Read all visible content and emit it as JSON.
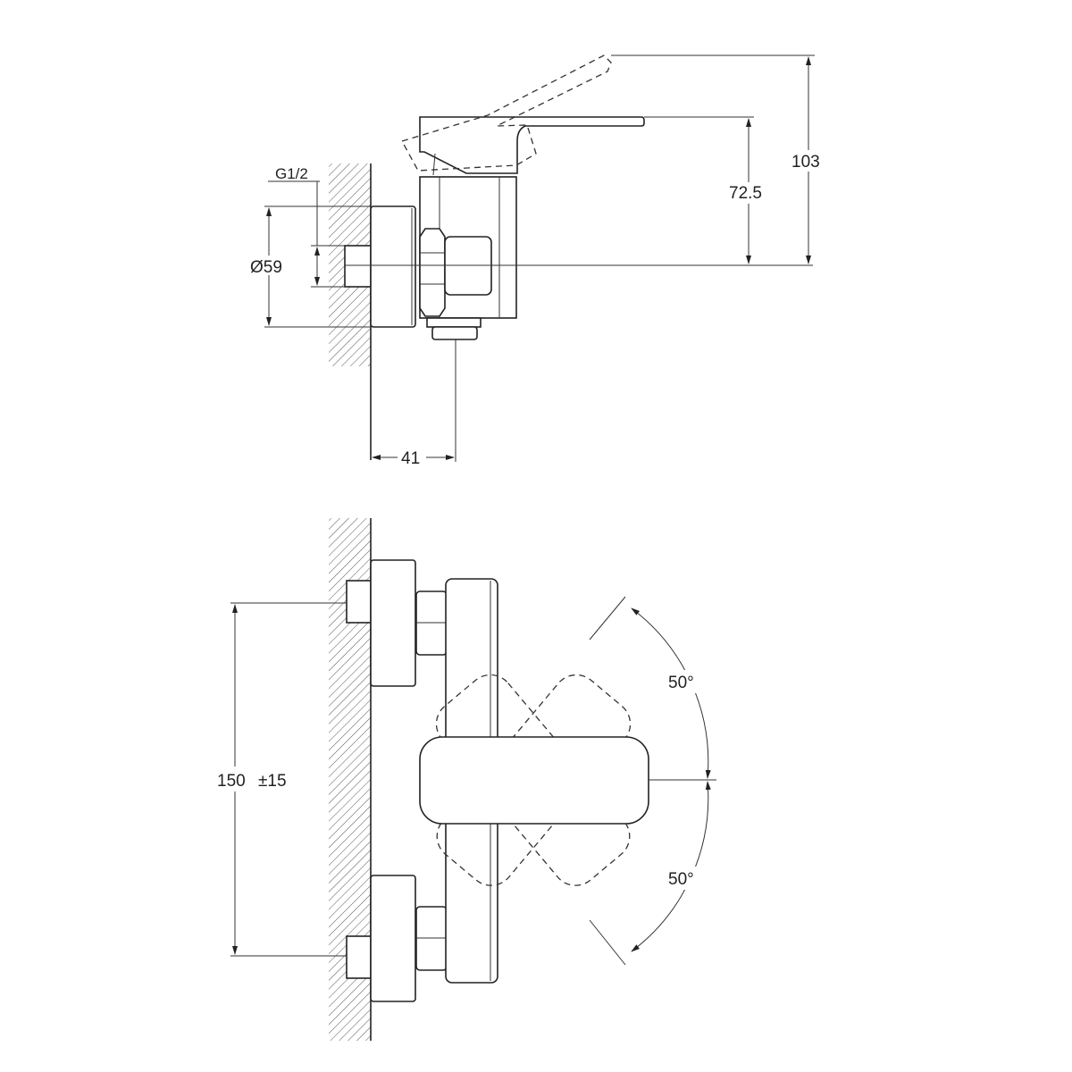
{
  "side_view": {
    "thread_label": "G1/2",
    "diameter_label": "Ø59",
    "height_lever_label": "72.5",
    "height_total_label": "103",
    "depth_label": "41"
  },
  "front_view": {
    "spacing_label": "150",
    "tolerance_label": "±15",
    "angle_up_label": "50°",
    "angle_down_label": "50°"
  }
}
